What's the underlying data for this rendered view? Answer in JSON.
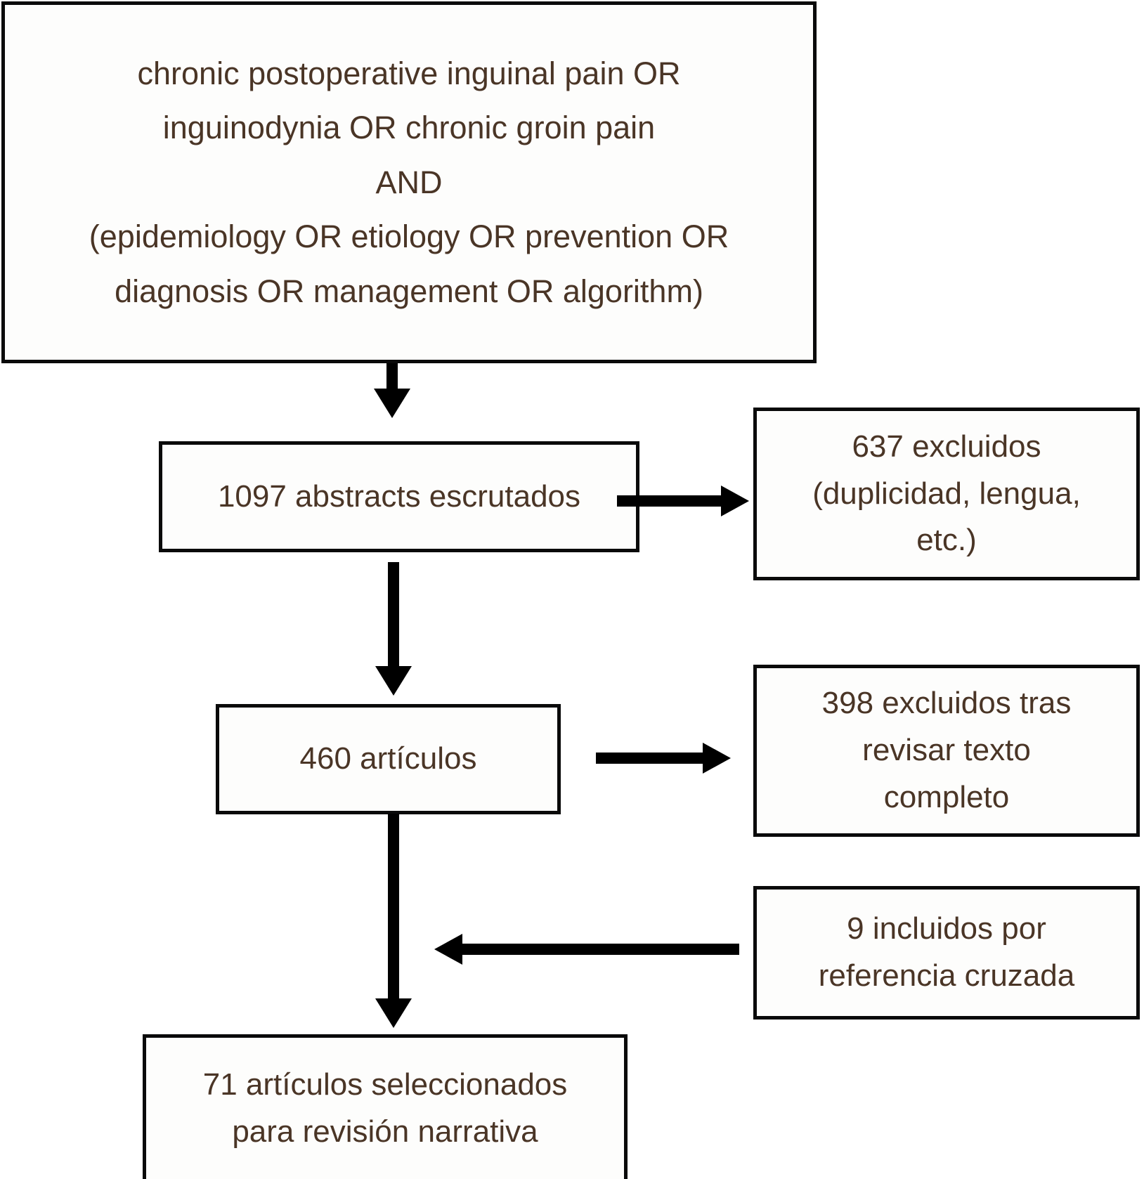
{
  "figure": {
    "type": "flowchart",
    "orientation": "top-to-bottom",
    "language": "es",
    "colors": {
      "box_border": "#0a0a0a",
      "box_fill": "#fdfdfc",
      "text": "#4a3526",
      "arrow": "#000000",
      "page_background": "#ffffff"
    }
  },
  "nodes": {
    "query": {
      "name": "search-query-box",
      "lines": [
        "chronic postoperative inguinal pain OR",
        "inguinodynia OR chronic groin pain",
        "AND",
        "(epidemiology OR etiology OR prevention OR",
        "diagnosis OR management OR algorithm)"
      ]
    },
    "screened": {
      "name": "abstracts-screened-box",
      "count": 1097,
      "lines": [
        "1097 abstracts escrutados"
      ]
    },
    "excluded_duplicates": {
      "name": "excluded-duplicates-box",
      "count": 637,
      "lines": [
        "637 excluidos",
        "(duplicidad, lengua,",
        "etc.)"
      ]
    },
    "articles": {
      "name": "articles-box",
      "count": 460,
      "lines": [
        "460 artículos"
      ]
    },
    "excluded_fulltext": {
      "name": "excluded-fulltext-box",
      "count": 398,
      "lines": [
        "398 excluidos tras",
        "revisar texto",
        "completo"
      ]
    },
    "cross_reference": {
      "name": "cross-reference-included-box",
      "count": 9,
      "lines": [
        "9 incluidos por",
        "referencia cruzada"
      ]
    },
    "selected": {
      "name": "selected-articles-box",
      "count": 71,
      "lines": [
        "71 artículos seleccionados",
        "para revisión narrativa"
      ]
    }
  },
  "edges": [
    {
      "name": "query-to-screened",
      "from": "query",
      "to": "screened",
      "direction": "down"
    },
    {
      "name": "screened-to-excluded",
      "from": "screened",
      "to": "excluded_duplicates",
      "direction": "right"
    },
    {
      "name": "screened-to-articles",
      "from": "screened",
      "to": "articles",
      "direction": "down"
    },
    {
      "name": "articles-to-excluded",
      "from": "articles",
      "to": "excluded_fulltext",
      "direction": "right"
    },
    {
      "name": "crossref-to-flow",
      "from": "cross_reference",
      "to": "selected",
      "direction": "left"
    },
    {
      "name": "articles-to-selected",
      "from": "articles",
      "to": "selected",
      "direction": "down"
    }
  ]
}
